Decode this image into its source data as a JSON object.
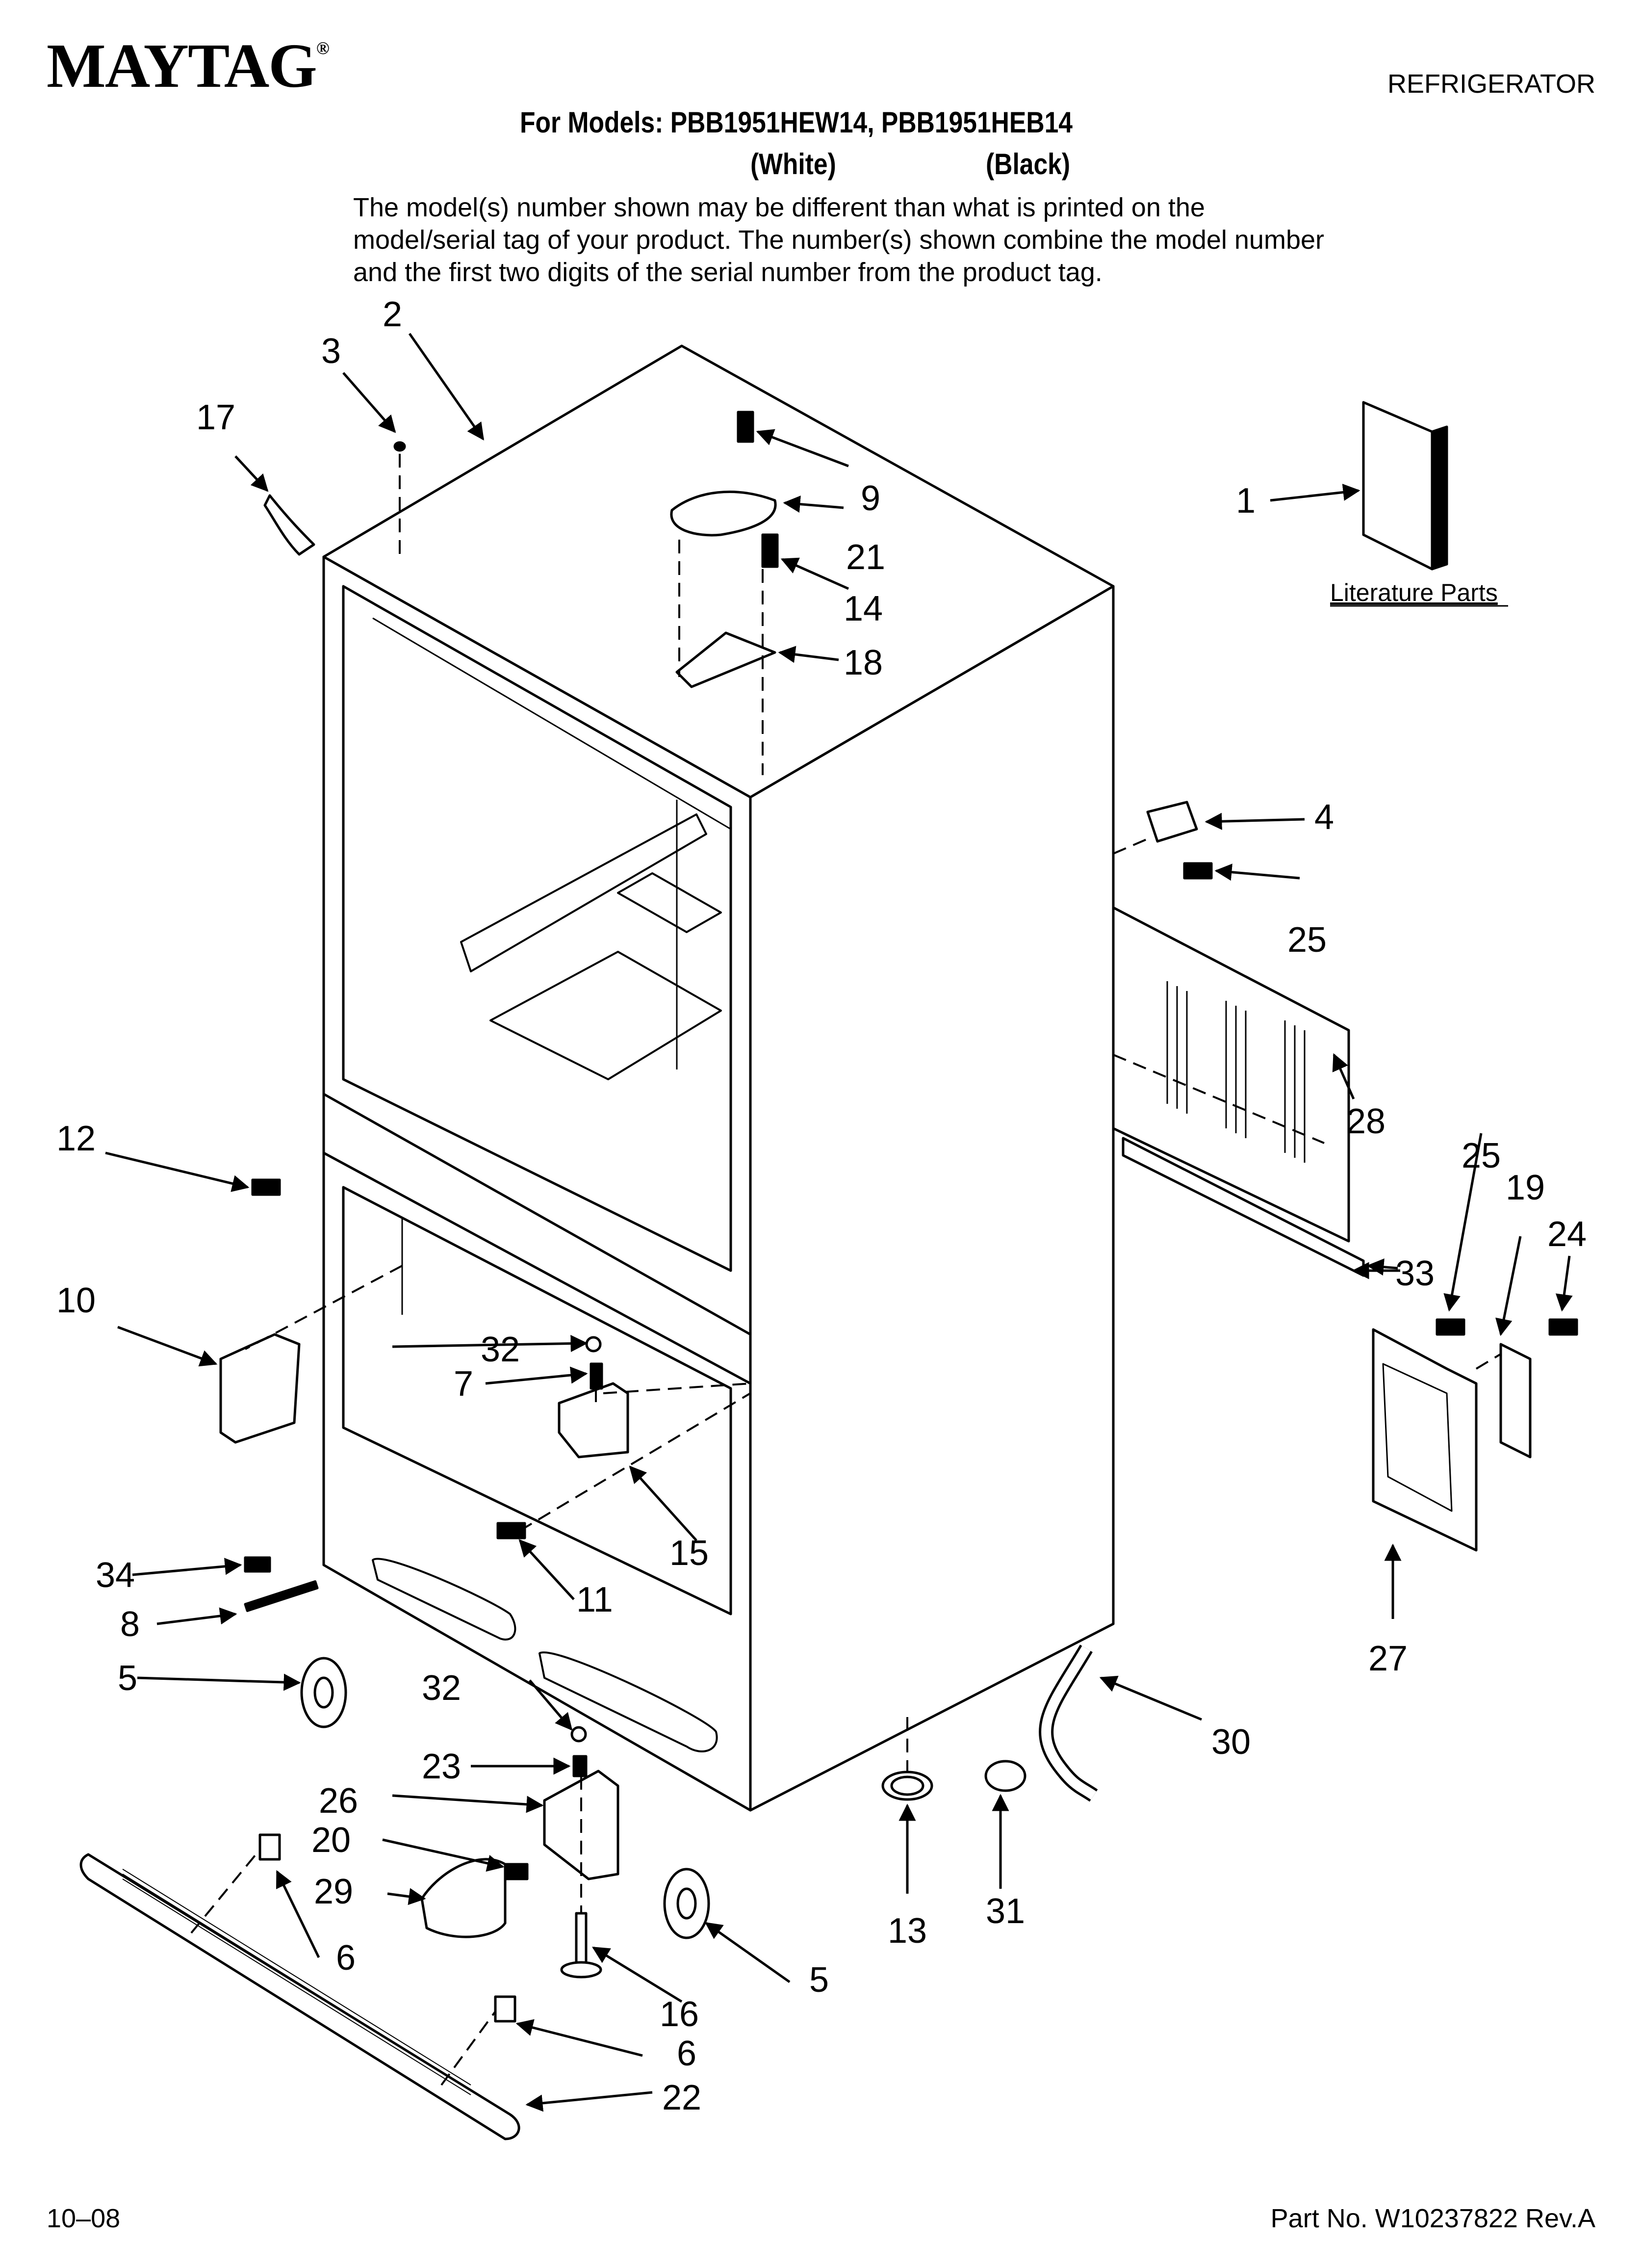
{
  "header": {
    "brand": "MAYTAG",
    "brand_mark": "®",
    "category": "REFRIGERATOR",
    "models_line": "For Models: PBB1951HEW14, PBB1951HEB14",
    "variant_white": "(White)",
    "variant_black": "(Black)",
    "note": "The model(s) number shown may be different than what is printed on the model/serial tag of your product. The number(s) shown combine the model number and the first two digits of the serial number from the product tag."
  },
  "diagram": {
    "literature_label": "Literature Parts",
    "callouts": [
      "1",
      "2",
      "3",
      "4",
      "5",
      "5",
      "6",
      "6",
      "7",
      "8",
      "9",
      "10",
      "11",
      "12",
      "13",
      "14",
      "15",
      "16",
      "17",
      "18",
      "19",
      "20",
      "21",
      "22",
      "23",
      "24",
      "25",
      "25",
      "26",
      "27",
      "28",
      "29",
      "30",
      "31",
      "32",
      "32",
      "33",
      "34"
    ]
  },
  "footer": {
    "date": "10–08",
    "part_no": "Part No. W10237822 Rev.A"
  },
  "colors": {
    "ink": "#000000",
    "paper": "#ffffff"
  }
}
